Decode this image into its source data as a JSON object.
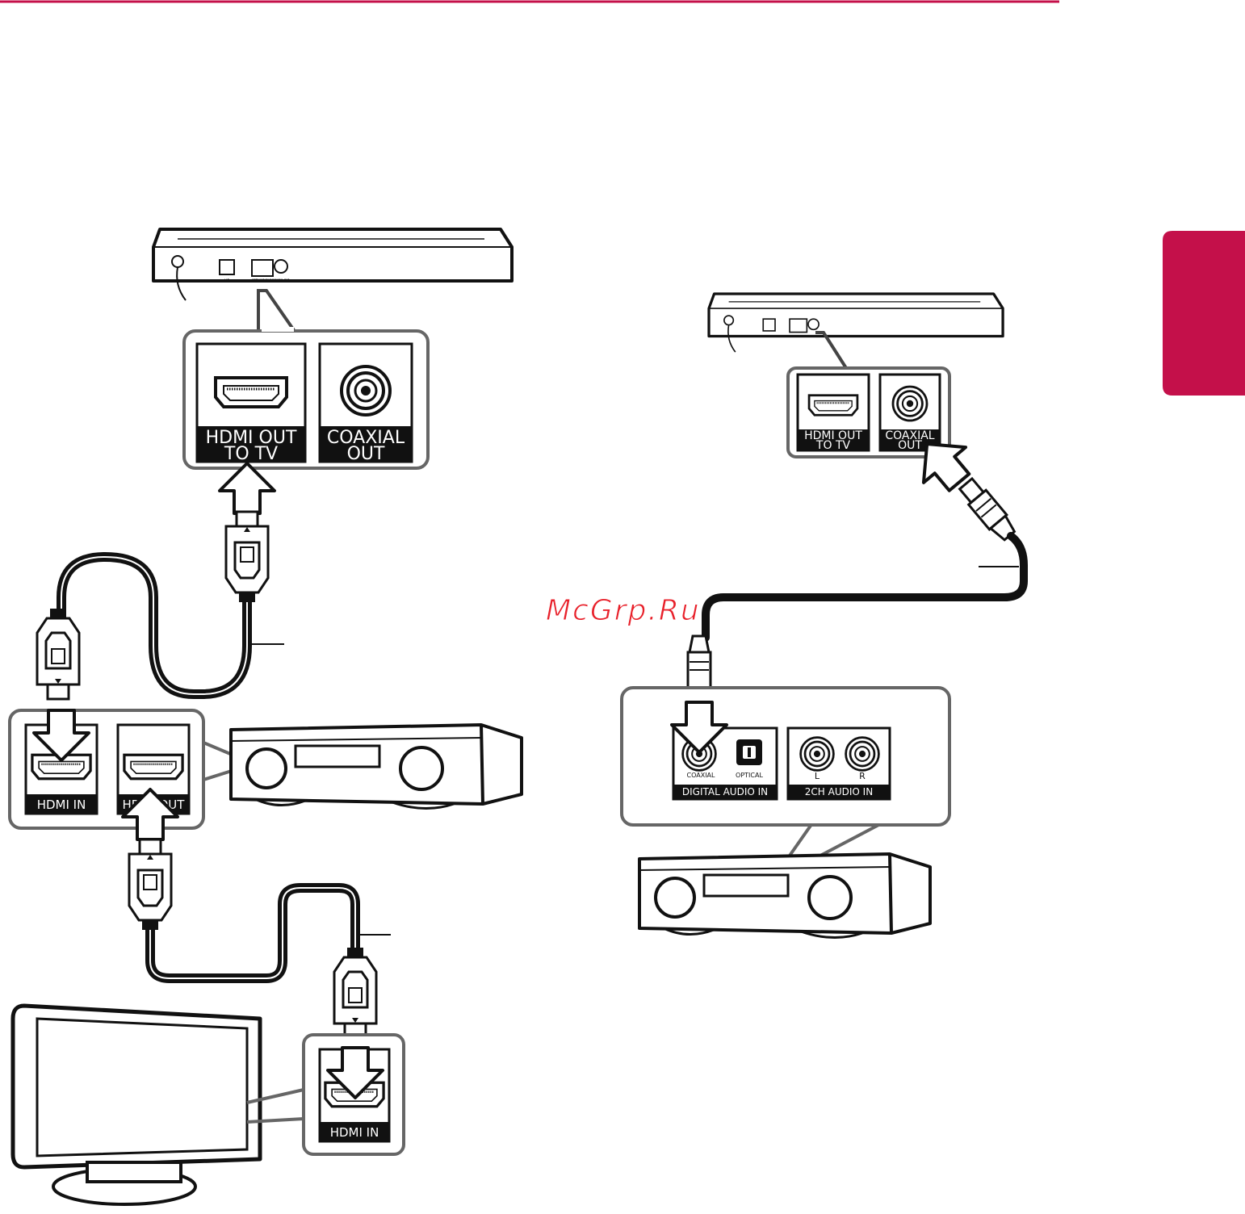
{
  "header": {
    "accent_color": "#c4104a",
    "side_tab_color": "#c4104a"
  },
  "watermark": {
    "text": "McGrp.Ru",
    "color": "#e8202a"
  },
  "left_diagram": {
    "player_ports": {
      "small_lan": "LAN",
      "small_hdmi": "HDMI OUT TO TV",
      "small_coax": "COAXIAL OUT"
    },
    "player_callout": {
      "hdmi_line1": "HDMI OUT",
      "hdmi_line2": "TO TV",
      "coax_line1": "COAXIAL",
      "coax_line2": "OUT"
    },
    "receiver_callout": {
      "hdmi_in": "HDMI IN",
      "hdmi_out": "HDMI OUT"
    },
    "tv_callout": {
      "hdmi_in": "HDMI IN"
    }
  },
  "right_diagram": {
    "player_callout": {
      "hdmi_line1": "HDMI OUT",
      "hdmi_line2": "TO TV",
      "coax_line1": "COAXIAL",
      "coax_line2": "OUT"
    },
    "receiver_panel": {
      "coaxial": "COAXIAL",
      "optical": "OPTICAL",
      "digital_audio_in": "DIGITAL AUDIO IN",
      "left": "L",
      "right": "R",
      "two_ch_audio_in": "2CH AUDIO IN"
    }
  }
}
